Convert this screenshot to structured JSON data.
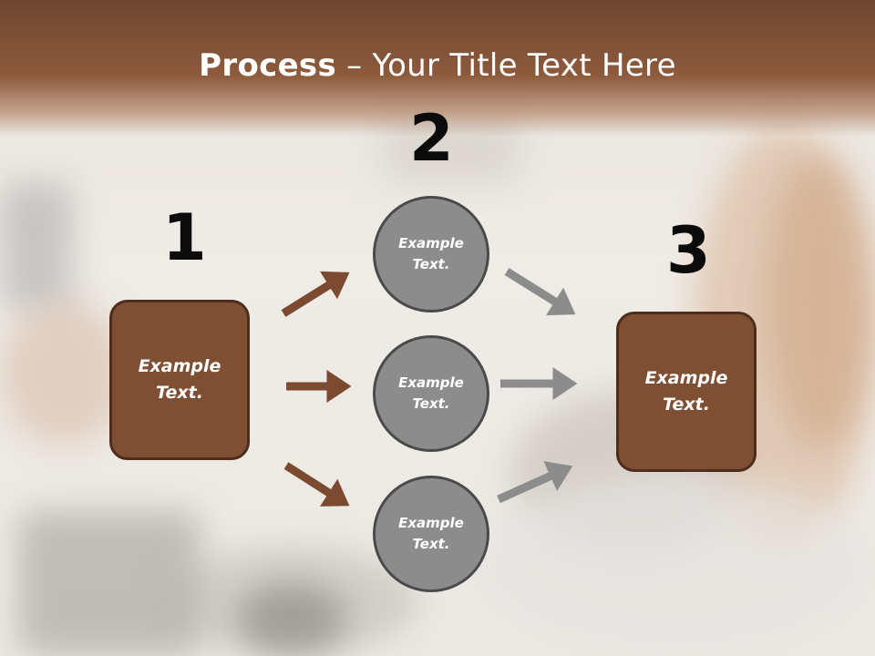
{
  "title": {
    "bold": "Process",
    "rest": " – Your Title Text Here"
  },
  "steps": [
    {
      "number": "1",
      "text_line1": "Example",
      "text_line2": "Text."
    },
    {
      "number": "2"
    },
    {
      "number": "3",
      "text_line1": "Example",
      "text_line2": "Text."
    }
  ],
  "circles": [
    {
      "text_line1": "Example",
      "text_line2": "Text."
    },
    {
      "text_line1": "Example",
      "text_line2": "Text."
    },
    {
      "text_line1": "Example",
      "text_line2": "Text."
    }
  ],
  "colors": {
    "header": "#8d5a3c",
    "box_fill": "#7f4f34",
    "box_border": "#4e2d1c",
    "circle_fill": "#8c8c8c",
    "brown_arrow": "#7b4a30",
    "gray_arrow": "#8c8c8c"
  }
}
